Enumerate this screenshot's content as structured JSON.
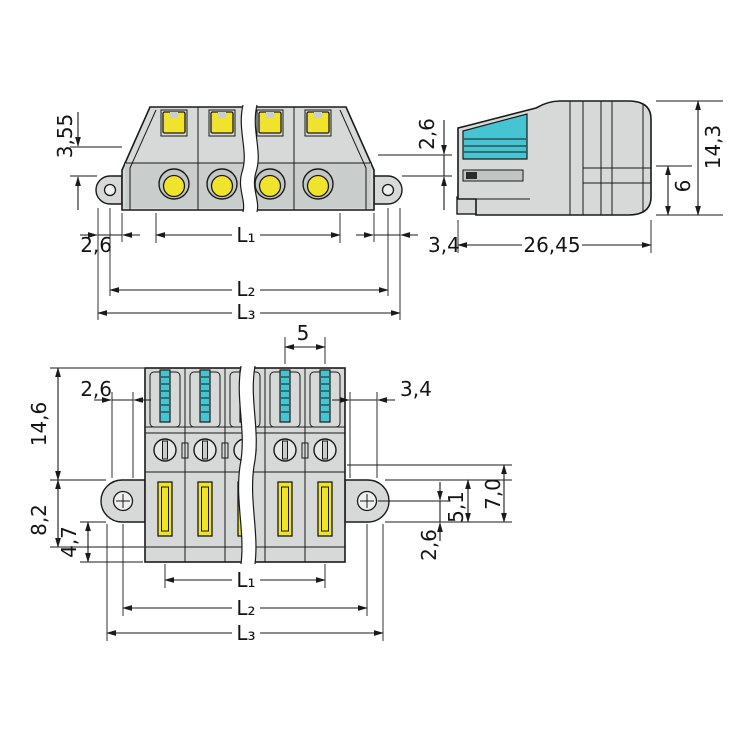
{
  "drawing": {
    "front_view": {
      "dim_355": "3,55",
      "dim_26_left": "2,6",
      "dim_26_right": "2,6",
      "dim_34": "3,4",
      "l1": "L₁",
      "l2": "L₂",
      "l3": "L₃"
    },
    "side_view": {
      "dim_143": "14,3",
      "dim_6": "6",
      "dim_2645": "26,45"
    },
    "bottom_view": {
      "dim_5": "5",
      "dim_26_left": "2,6",
      "dim_34_right": "3,4",
      "dim_146": "14,6",
      "dim_82": "8,2",
      "dim_47": "4,7",
      "dim_70": "7,0",
      "dim_51": "5,1",
      "dim_26_right": "2,6",
      "l1": "L₁",
      "l2": "L₂",
      "l3": "L₃"
    },
    "colors": {
      "body_gray": "#d6d9d7",
      "body_dark": "#c9cdcb",
      "accent_yellow": "#efe32b",
      "accent_cyan": "#46c4d1",
      "line": "#1a1a1a",
      "background": "#ffffff"
    }
  }
}
